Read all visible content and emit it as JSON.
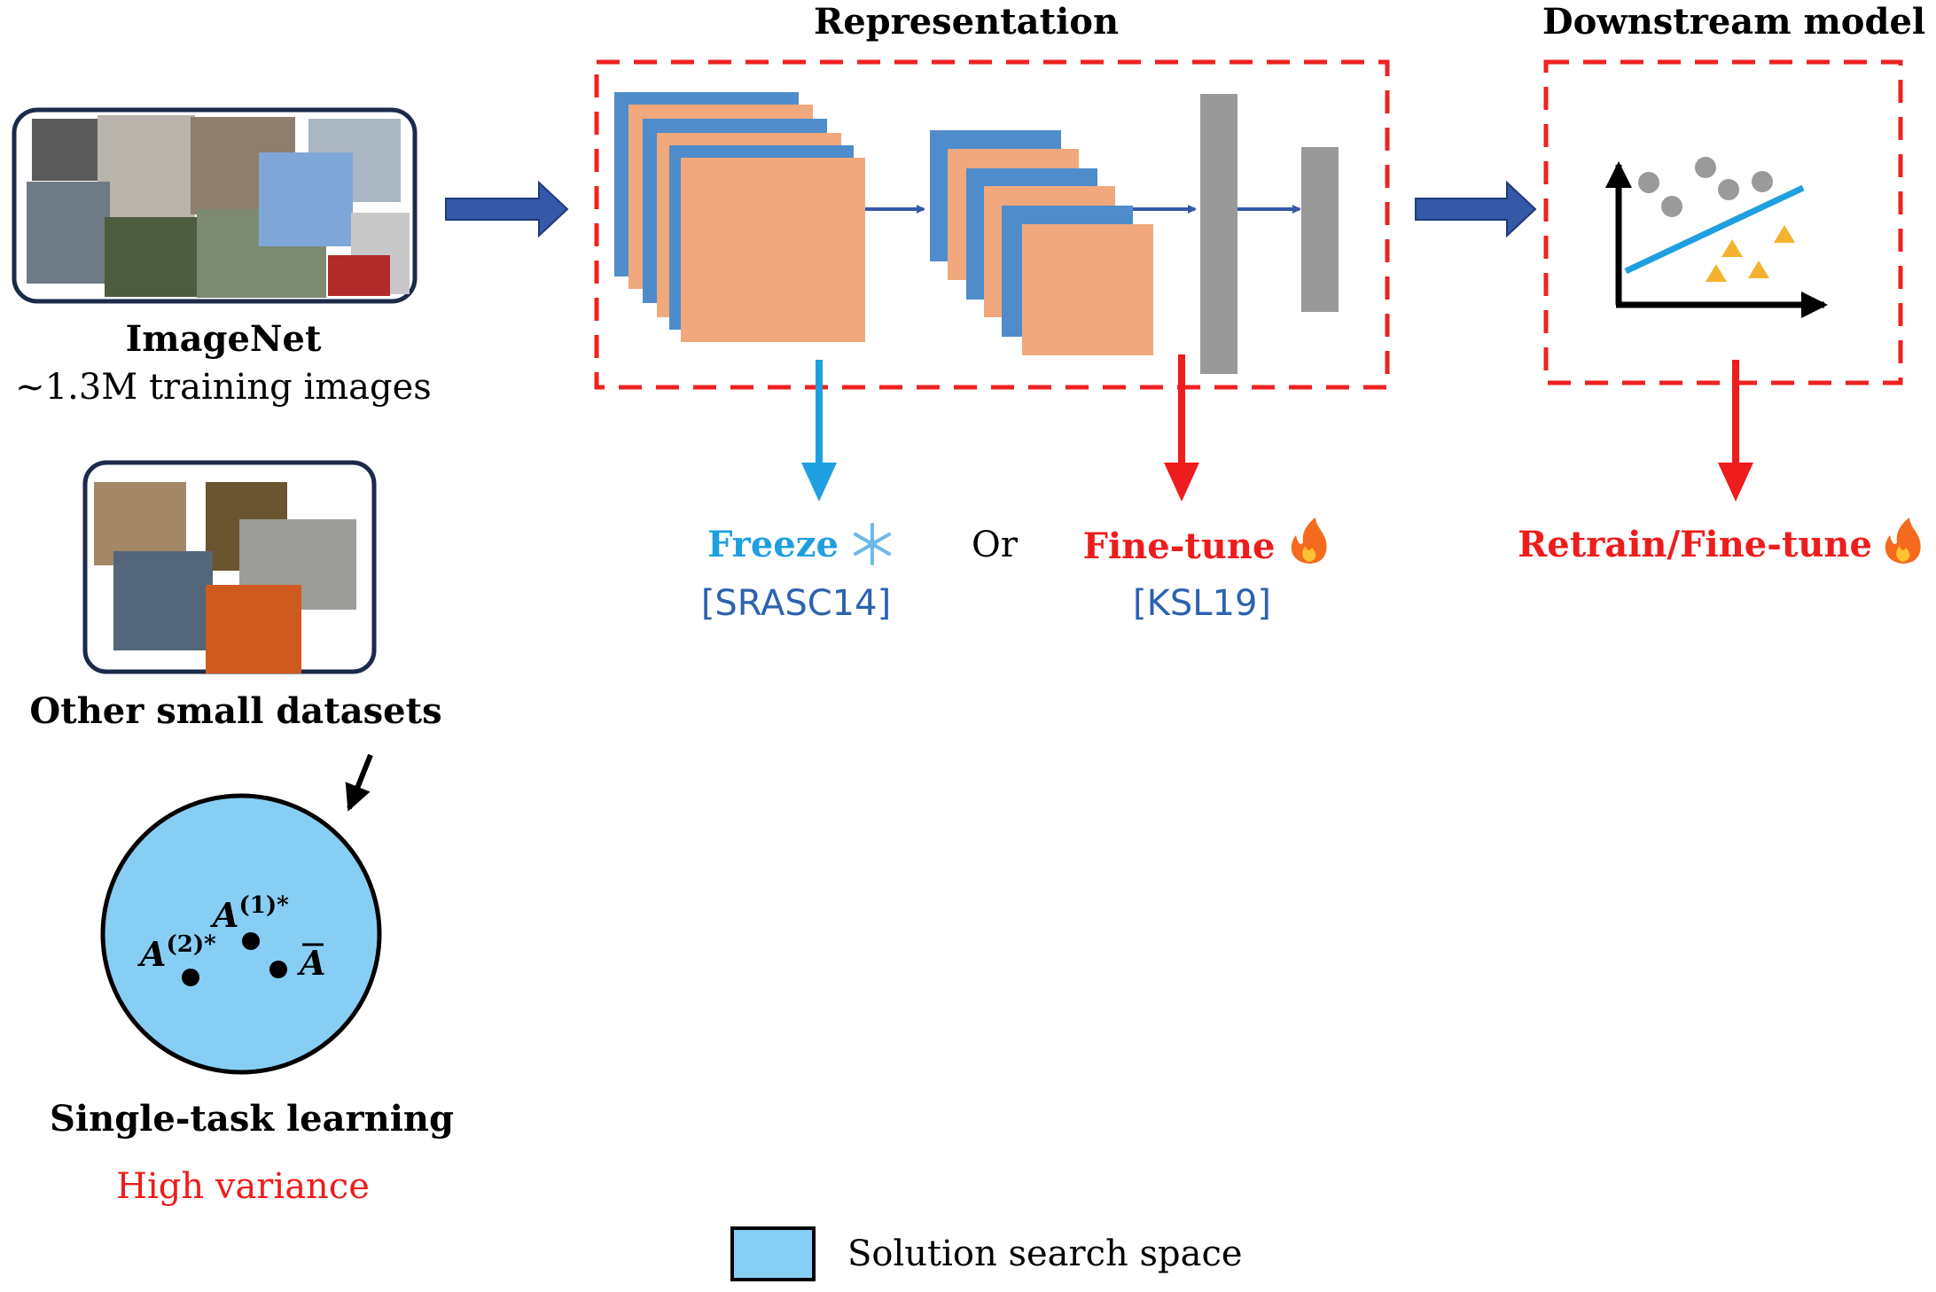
{
  "representation": {
    "title": "Representation",
    "freeze_label": "Freeze",
    "freeze_icon": "snowflake-icon",
    "freeze_ref": "[SRASC14]",
    "or_label": "Or",
    "finetune_label": "Fine-tune",
    "finetune_icon": "fire-icon",
    "finetune_ref": "[KSL19]"
  },
  "downstream": {
    "title": "Downstream model",
    "retrain_label": "Retrain/Fine-tune",
    "retrain_icon": "fire-icon"
  },
  "imagenet": {
    "name": "ImageNet",
    "subtitle": "~1.3M training images"
  },
  "small_datasets": {
    "name": "Other small datasets"
  },
  "single_task": {
    "title": "Single-task learning",
    "variance": "High variance",
    "point_a1_base": "A",
    "point_a1_sup": "(1)*",
    "point_a2_base": "A",
    "point_a2_sup": "(2)*",
    "point_abar": "A"
  },
  "legend": {
    "label": "Solution search space"
  },
  "colors": {
    "dashed_box": "#ee2222",
    "blue_arrow": "#3558a8",
    "layer_blue": "#4f8ccb",
    "layer_orange": "#f0a87c",
    "fc_gray": "#999999",
    "freeze_blue": "#1e9fe0",
    "ref_blue": "#2c62b0",
    "finetune_red": "#ee1c1c",
    "search_space": "#87cef5"
  }
}
